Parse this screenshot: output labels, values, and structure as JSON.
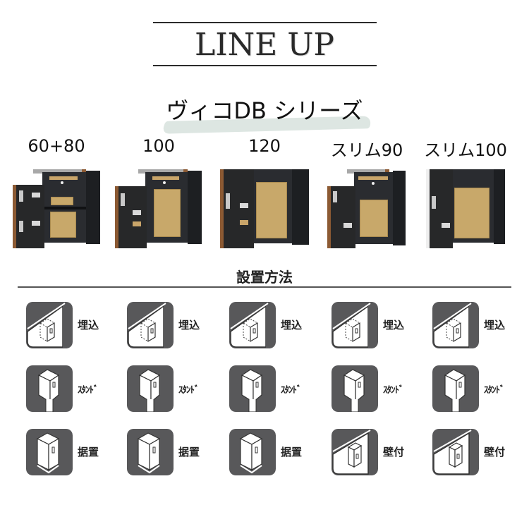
{
  "header": {
    "title": "LINE UP",
    "series_title": "ヴィコDB シリーズ",
    "brush_color": "#dde6e2"
  },
  "models": [
    {
      "label": "60+80"
    },
    {
      "label": "100"
    },
    {
      "label": "120"
    },
    {
      "label": "スリム90"
    },
    {
      "label": "スリム100"
    }
  ],
  "install_section": {
    "title": "設置方法",
    "icon_bg_color": "#58585a",
    "columns": [
      {
        "model": "60+80",
        "methods": [
          {
            "icon": "embedded-icon",
            "label": "埋込"
          },
          {
            "icon": "stand-icon",
            "label": "ｽﾀﾝﾄﾞ"
          },
          {
            "icon": "floor-placement-icon",
            "label": "据置"
          }
        ]
      },
      {
        "model": "100",
        "methods": [
          {
            "icon": "embedded-icon",
            "label": "埋込"
          },
          {
            "icon": "stand-icon",
            "label": "ｽﾀﾝﾄﾞ"
          },
          {
            "icon": "floor-placement-icon",
            "label": "据置"
          }
        ]
      },
      {
        "model": "120",
        "methods": [
          {
            "icon": "embedded-icon",
            "label": "埋込"
          },
          {
            "icon": "stand-icon",
            "label": "ｽﾀﾝﾄﾞ"
          },
          {
            "icon": "floor-placement-icon",
            "label": "据置"
          }
        ]
      },
      {
        "model": "スリム90",
        "methods": [
          {
            "icon": "embedded-icon",
            "label": "埋込"
          },
          {
            "icon": "stand-icon",
            "label": "ｽﾀﾝﾄﾞ"
          },
          {
            "icon": "wall-mount-icon",
            "label": "壁付"
          }
        ]
      },
      {
        "model": "スリム100",
        "methods": [
          {
            "icon": "embedded-icon",
            "label": "埋込"
          },
          {
            "icon": "stand-icon",
            "label": "ｽﾀﾝﾄﾞ"
          },
          {
            "icon": "wall-mount-icon",
            "label": "壁付"
          }
        ]
      }
    ]
  }
}
